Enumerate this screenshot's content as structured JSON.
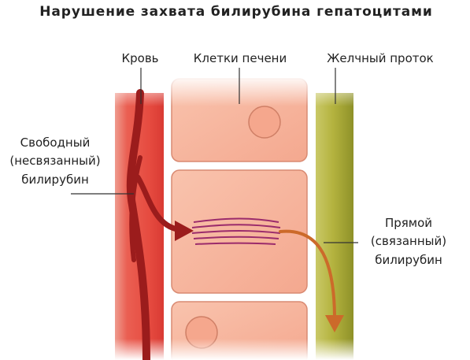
{
  "title": "Нарушение захвата билирубина гепатоцитами",
  "labels": {
    "blood": "Кровь",
    "liver_cells": "Клетки печени",
    "bile_duct": "Желчный проток",
    "free_bilirubin": [
      "Свободный",
      "(несвязанный)",
      "билирубин"
    ],
    "direct_bilirubin": [
      "Прямой",
      "(связанный)",
      "билирубин"
    ]
  },
  "colors": {
    "blood_vessel": "#e8584f",
    "blood_vessel_core": "#f06a5e",
    "bilirubin_flow": "#9b1c1c",
    "liver_cell_fill": "#f6b29b",
    "liver_cell_border": "#d98a72",
    "nucleus": "#f4a48a",
    "bile_duct": "#b3b341",
    "bile_duct_dark": "#8e9128",
    "conjugation_lines": "#9b2b6b",
    "conjugated_flow": "#cc6a2a",
    "leader_line": "#333333"
  }
}
